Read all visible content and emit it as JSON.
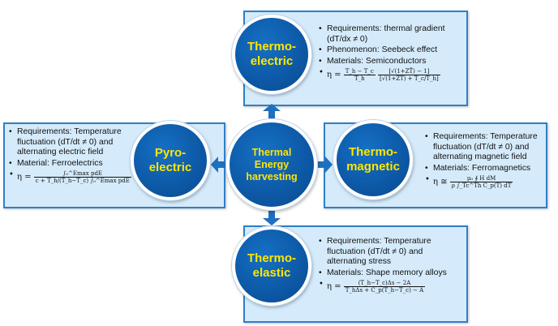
{
  "center": {
    "label": "Thermal\nEnergy\nharvesting"
  },
  "nodes": {
    "top": {
      "label": "Thermo-\nelectric"
    },
    "left": {
      "label": "Pyro-\nelectric"
    },
    "right": {
      "label": "Thermo-\nmagnetic"
    },
    "bottom": {
      "label": "Thermo-\nelastic"
    }
  },
  "panels": {
    "top": {
      "b1a": "Requirements: thermal gradient (",
      "b1b": ")",
      "b2": "Phenomenon: Seebeck effect",
      "b3": "Materials: Semiconductors"
    },
    "left": {
      "b1a": "Requirements: Temperature fluctuation (",
      "b1b": ") and alternating electric field",
      "b2": "Material: Ferroelectrics"
    },
    "right": {
      "b1a": "Requirements: Temperature fluctuation (",
      "b1b": ") and alternating magnetic field",
      "b2": "Materials: Ferromagnetics"
    },
    "bottom": {
      "b1a": "Requirements: Temperature fluctuation (",
      "b1b": ") and alternating stress",
      "b2": "Materials: Shape memory alloys"
    }
  },
  "math": {
    "dTdx": "dT/dx ≠ 0",
    "dTdt": "dT/dt ≠ 0",
    "eta": "η =",
    "eta_approx": "η ≅",
    "top_lhs_num": "T_h − T_c",
    "top_lhs_den": "T_h",
    "top_rhs_num": "[√(1+ZT̄) − 1]",
    "top_rhs_den": "[√(1+ZT̄) + T_c/T_h]",
    "left_num": "∫₀^Emax pdE",
    "left_den": "c + T_h/(T_h−T_c) ∫₀^Emax pdE",
    "right_num": "μ₀ ∮ H dM",
    "right_den": "ρ ∫_Tc^Th C_p(T) dT",
    "bottom_num": "(T_h−T_c)Δs − 2A",
    "bottom_den": "T_hΔs + C_p(T_h−T_c) − A"
  },
  "colors": {
    "circle_fill": "#0d5aa8",
    "circle_text": "#ffe600",
    "panel_fill": "#d5ebfb",
    "panel_border": "#2f7fc8",
    "arrow": "#1f6fbf"
  }
}
